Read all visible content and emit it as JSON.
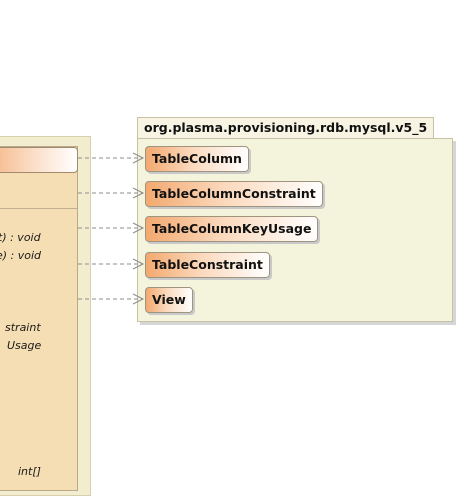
{
  "package": {
    "name": "org.plasma.provisioning.rdb.mysql.v5_5"
  },
  "classes": [
    {
      "name": "TableColumn"
    },
    {
      "name": "TableColumnConstraint"
    },
    {
      "name": "TableColumnKeyUsage"
    },
    {
      "name": "TableConstraint"
    },
    {
      "name": "View"
    }
  ],
  "left_class": {
    "operations": [
      {
        "text": "t) : void"
      },
      {
        "text": "e) : void"
      },
      {
        "text": "straint"
      },
      {
        "text": "Usage"
      },
      {
        "text": "int[]"
      }
    ]
  },
  "colors": {
    "package_fill": "#f4f3dc",
    "class_gradient_start": "#f3a96f",
    "class_fill": "#f5deb3",
    "connector": "#8c8c8c"
  }
}
